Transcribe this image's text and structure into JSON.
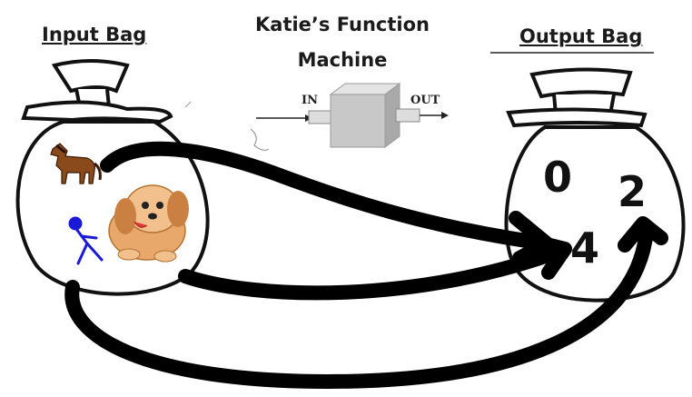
{
  "input_bag": {
    "title": "Input Bag",
    "items": [
      "horse-icon",
      "dog-icon",
      "stick-person-icon"
    ]
  },
  "output_bag": {
    "title": "Output Bag",
    "values": [
      "0",
      "2",
      "4"
    ]
  },
  "machine": {
    "title": "Katie’s Function Machine",
    "in_label": "IN",
    "out_label": "OUT"
  },
  "colors": {
    "ink": "#000000",
    "machine_gray": "#c8c8c8",
    "dog": "#e8a86c"
  }
}
